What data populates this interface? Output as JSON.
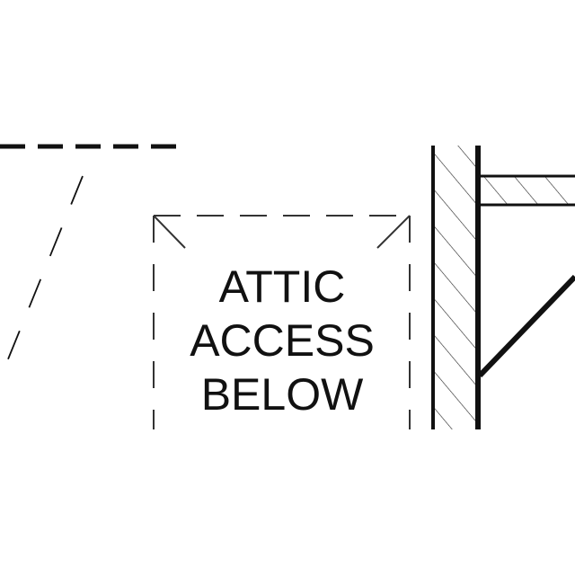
{
  "drawing": {
    "label_lines": [
      "ATTIC",
      "ACCESS",
      "BELOW"
    ]
  },
  "colors": {
    "background": "#ffffff",
    "linework": "#111111"
  }
}
